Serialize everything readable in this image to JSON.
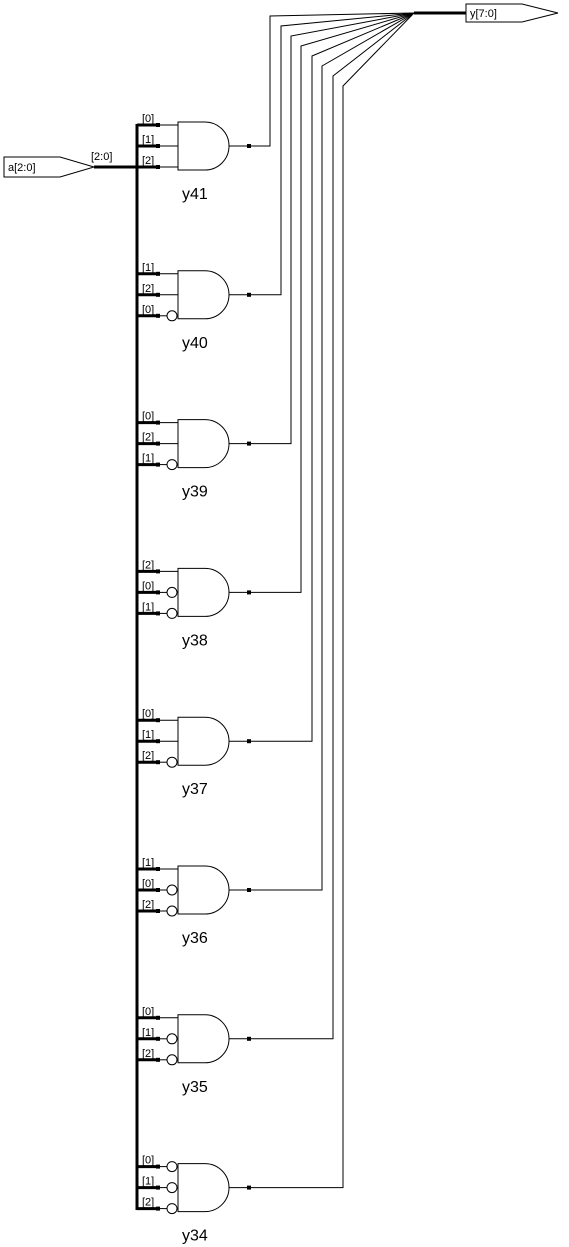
{
  "ports": {
    "input": {
      "label": "a[2:0]",
      "bus_range": "[2:0]"
    },
    "output": {
      "label": "y[7:0]"
    }
  },
  "gates": [
    {
      "name": "y41",
      "pins": [
        "[0]",
        "[1]",
        "[2]"
      ],
      "inverted": [
        false,
        false,
        false
      ]
    },
    {
      "name": "y40",
      "pins": [
        "[1]",
        "[2]",
        "[0]"
      ],
      "inverted": [
        false,
        false,
        true
      ]
    },
    {
      "name": "y39",
      "pins": [
        "[0]",
        "[2]",
        "[1]"
      ],
      "inverted": [
        false,
        false,
        true
      ]
    },
    {
      "name": "y38",
      "pins": [
        "[2]",
        "[0]",
        "[1]"
      ],
      "inverted": [
        false,
        true,
        true
      ]
    },
    {
      "name": "y37",
      "pins": [
        "[0]",
        "[1]",
        "[2]"
      ],
      "inverted": [
        false,
        false,
        true
      ]
    },
    {
      "name": "y36",
      "pins": [
        "[1]",
        "[0]",
        "[2]"
      ],
      "inverted": [
        false,
        true,
        true
      ]
    },
    {
      "name": "y35",
      "pins": [
        "[0]",
        "[1]",
        "[2]"
      ],
      "inverted": [
        false,
        true,
        true
      ]
    },
    {
      "name": "y34",
      "pins": [
        "[0]",
        "[1]",
        "[2]"
      ],
      "inverted": [
        true,
        true,
        true
      ]
    }
  ]
}
